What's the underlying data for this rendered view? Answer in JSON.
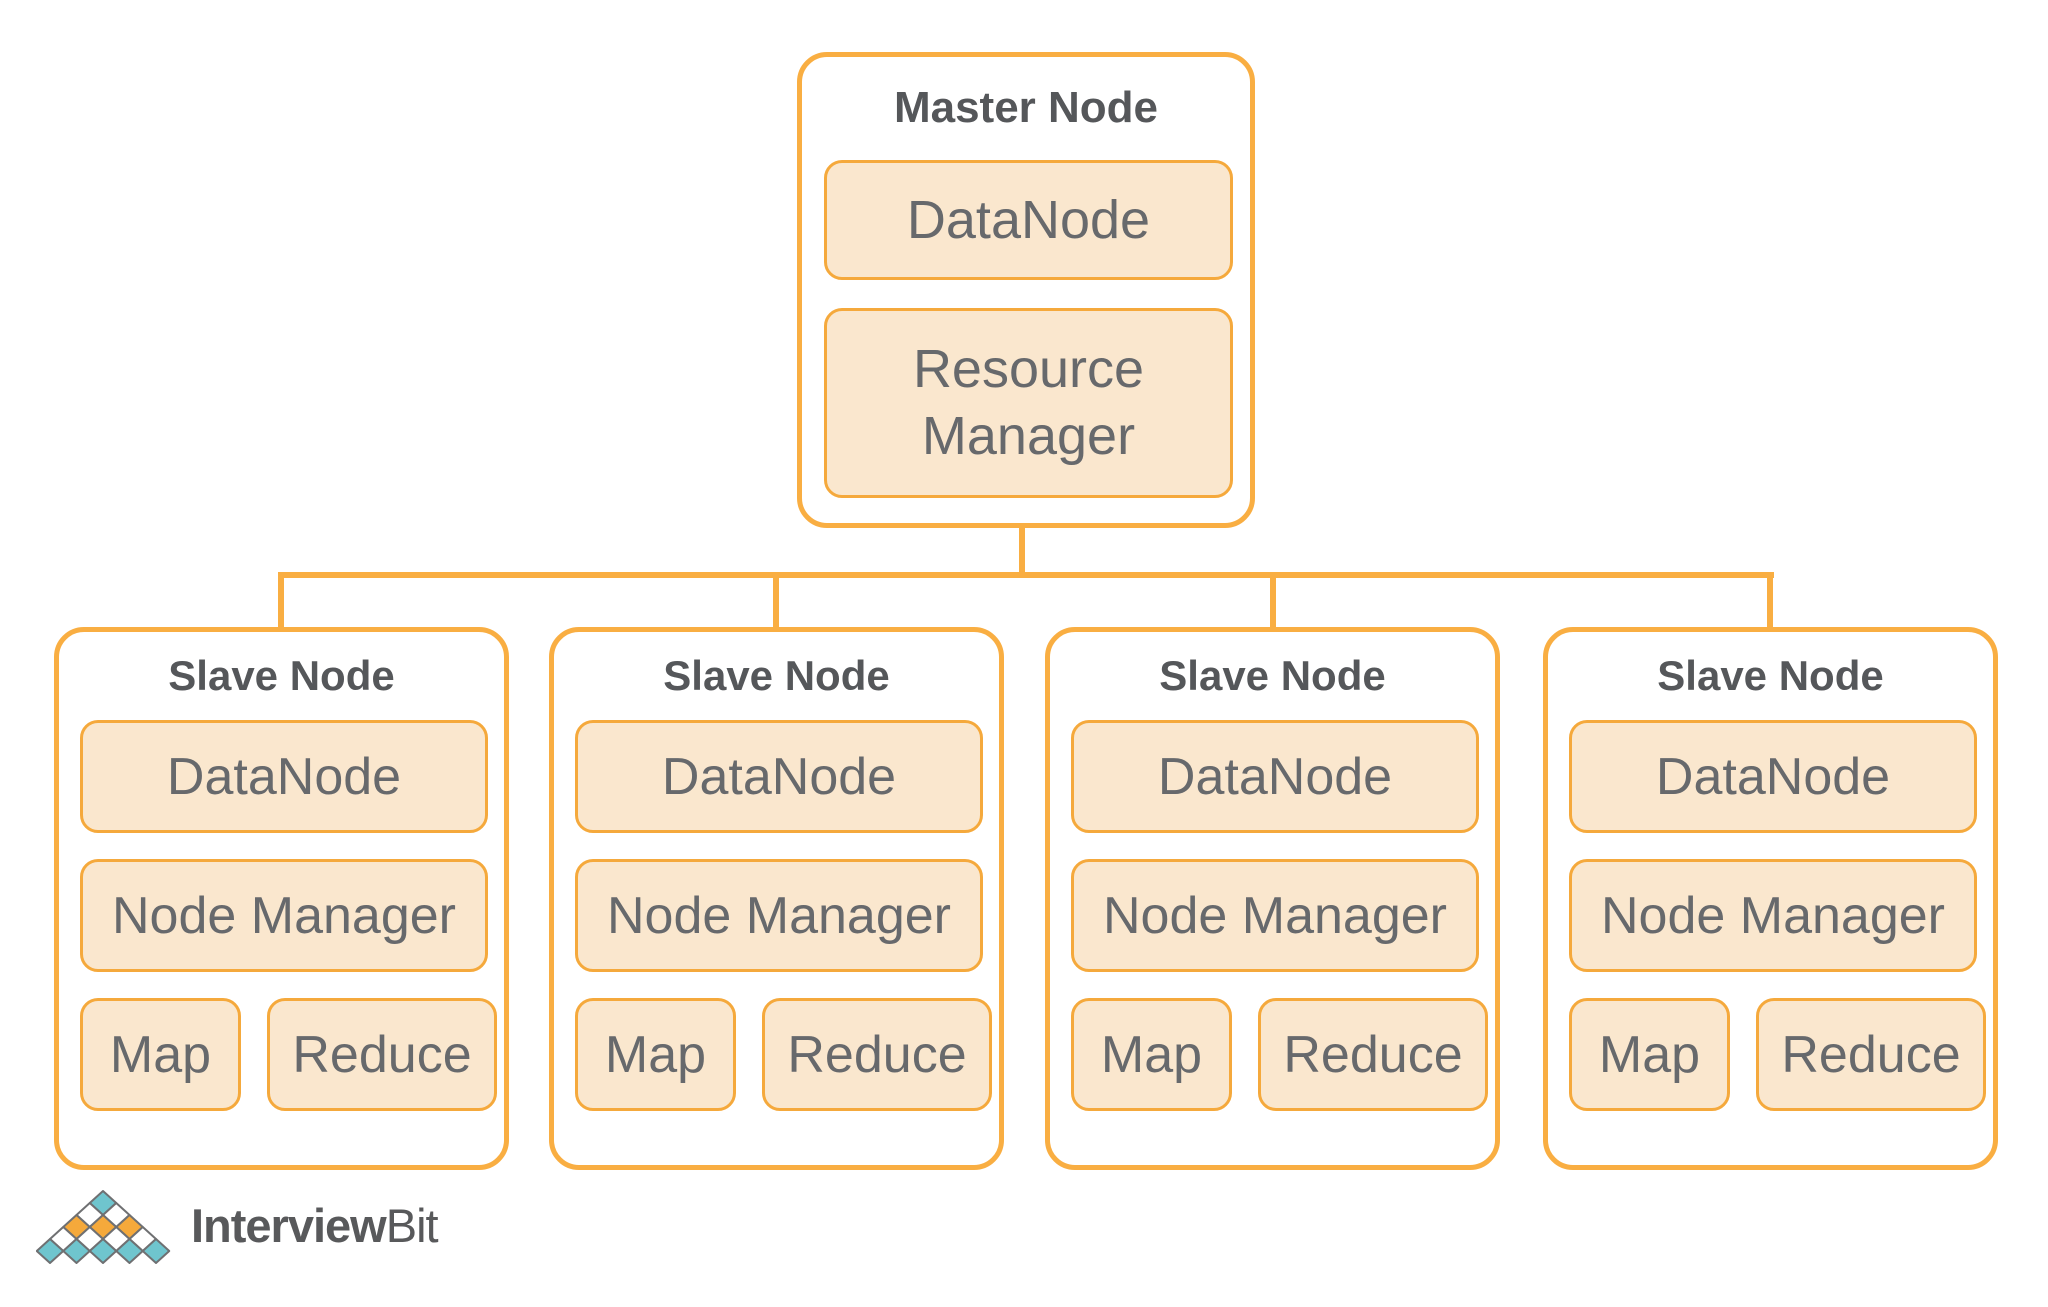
{
  "colors": {
    "border_orange": "#F9AE42",
    "chip_border_orange": "#F5A93C",
    "chip_fill_peach": "#FAE7CE",
    "title_gray": "#55575A",
    "text_gray": "#67696C",
    "logo_teal": "#6FC5CE",
    "logo_orange": "#F5A93B",
    "logo_diamond_border": "#6F7072",
    "logo_text_gray": "#58595B"
  },
  "master": {
    "title": "Master Node",
    "datanode": "DataNode",
    "resource_manager": "Resource Manager"
  },
  "slaves": [
    {
      "title": "Slave Node",
      "datanode": "DataNode",
      "node_manager": "Node Manager",
      "map": "Map",
      "reduce": "Reduce"
    },
    {
      "title": "Slave Node",
      "datanode": "DataNode",
      "node_manager": "Node Manager",
      "map": "Map",
      "reduce": "Reduce"
    },
    {
      "title": "Slave Node",
      "datanode": "DataNode",
      "node_manager": "Node Manager",
      "map": "Map",
      "reduce": "Reduce"
    },
    {
      "title": "Slave Node",
      "datanode": "DataNode",
      "node_manager": "Node Manager",
      "map": "Map",
      "reduce": "Reduce"
    }
  ],
  "logo": {
    "brand_bold": "Interview",
    "brand_light": "Bit"
  }
}
